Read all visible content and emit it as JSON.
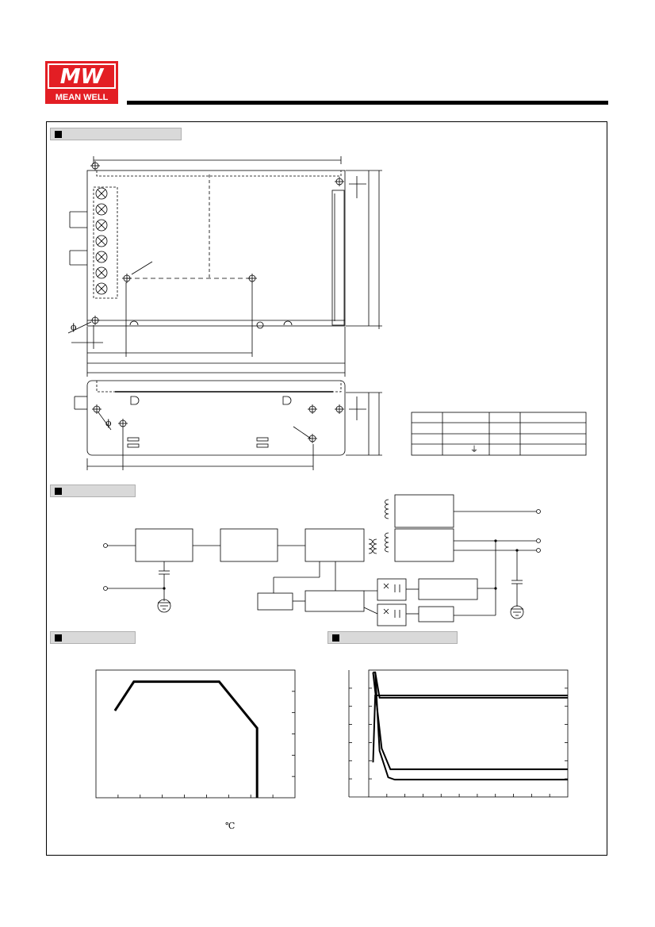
{
  "brand": {
    "logo_text": "MW",
    "name": "MEAN WELL",
    "color": "#e31e24"
  },
  "sections": {
    "mechanical": "",
    "block_diagram": "",
    "derating_curve": "",
    "static_characteristics": ""
  },
  "derating_curve": {
    "x_unit": "℃",
    "curve_points": [
      [
        -25,
        75
      ],
      [
        -15,
        100
      ],
      [
        30,
        100
      ],
      [
        50,
        60
      ],
      [
        50,
        0
      ]
    ],
    "xlim": [
      -35,
      70
    ],
    "ylim": [
      0,
      110
    ]
  },
  "static_characteristics": {
    "series": [
      {
        "values": [
          [
            84,
            30
          ],
          [
            86,
            88
          ],
          [
            264,
            88
          ]
        ]
      },
      {
        "values": [
          [
            84,
            108
          ],
          [
            86,
            108
          ],
          [
            90,
            86
          ],
          [
            264,
            86
          ]
        ]
      },
      {
        "values": [
          [
            84,
            108
          ],
          [
            92,
            42
          ],
          [
            100,
            24
          ],
          [
            264,
            24
          ]
        ]
      },
      {
        "values": [
          [
            86,
            108
          ],
          [
            90,
            40
          ],
          [
            98,
            17
          ],
          [
            104,
            15
          ],
          [
            264,
            15
          ]
        ]
      }
    ]
  },
  "pin_table": {
    "rows": 3,
    "cols": 4,
    "ground_symbol": "⏚"
  }
}
